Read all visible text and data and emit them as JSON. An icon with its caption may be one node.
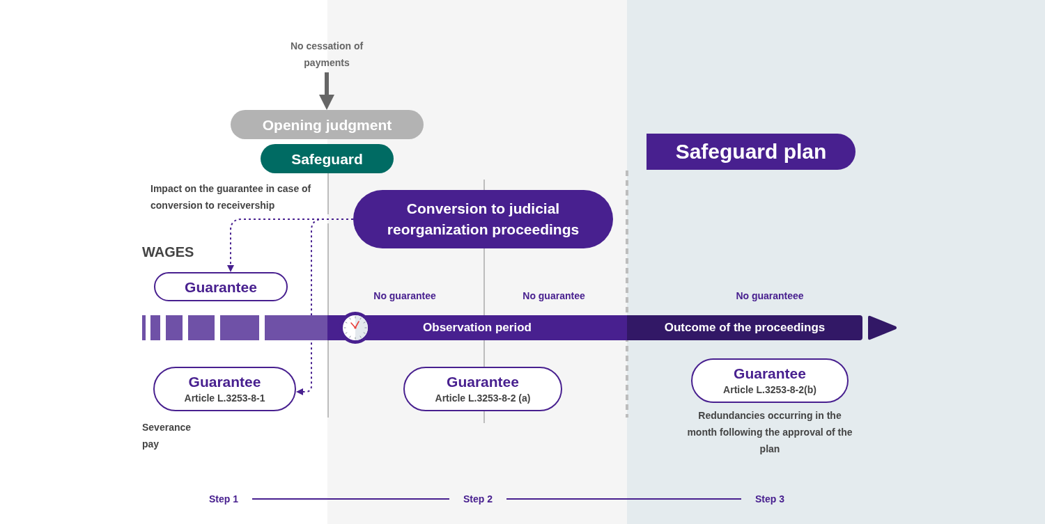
{
  "diagram": {
    "nodes": [
      {
        "text": [
          "No cessation of payments"
        ]
      },
      {
        "text": [
          "Opening judgment"
        ]
      },
      {
        "text": [
          "Safeguard"
        ]
      },
      {
        "text": [
          "Safeguard plan"
        ]
      },
      {
        "text": [
          "Conversion to judicial reorganization proceedings"
        ]
      },
      {
        "text": [
          "Guarantee"
        ]
      },
      {
        "text": [
          "Observation period"
        ]
      },
      {
        "text": [
          "Outcome of the proceedings"
        ]
      },
      {
        "text": [
          "Guarantee",
          "Article L.3253-8-1"
        ]
      },
      {
        "text": [
          "Guarantee",
          "Article L.3253-8-2 (a)"
        ]
      },
      {
        "text": [
          "Guarantee",
          "Article L.3253-8-2(b)"
        ],
        "beside": [
          "Redundancies occurring in the month following the approval of the plan"
        ]
      },
      {
        "text": [
          "Step 1"
        ]
      },
      {
        "text": [
          "Step 2"
        ]
      },
      {
        "text": [
          "Step 3"
        ]
      }
    ],
    "edges": [
      {
        "from": 0,
        "to": 1,
        "arrow": "to",
        "style": "thick",
        "color": "#666666"
      },
      {
        "from": 4,
        "to": 5,
        "arrow": "to",
        "style": "dashed"
      },
      {
        "from": 4,
        "to": 8,
        "arrow": "to",
        "style": "dashed"
      },
      {
        "from": 11,
        "to": 12,
        "arrow": "none"
      },
      {
        "from": 12,
        "to": 13,
        "arrow": "none"
      }
    ],
    "labels": [
      "Impact on the guarantee in case of conversion to receivership",
      "WAGES",
      "No guarantee",
      "No guarantee",
      "No guaranteee",
      "Severance pay"
    ]
  }
}
